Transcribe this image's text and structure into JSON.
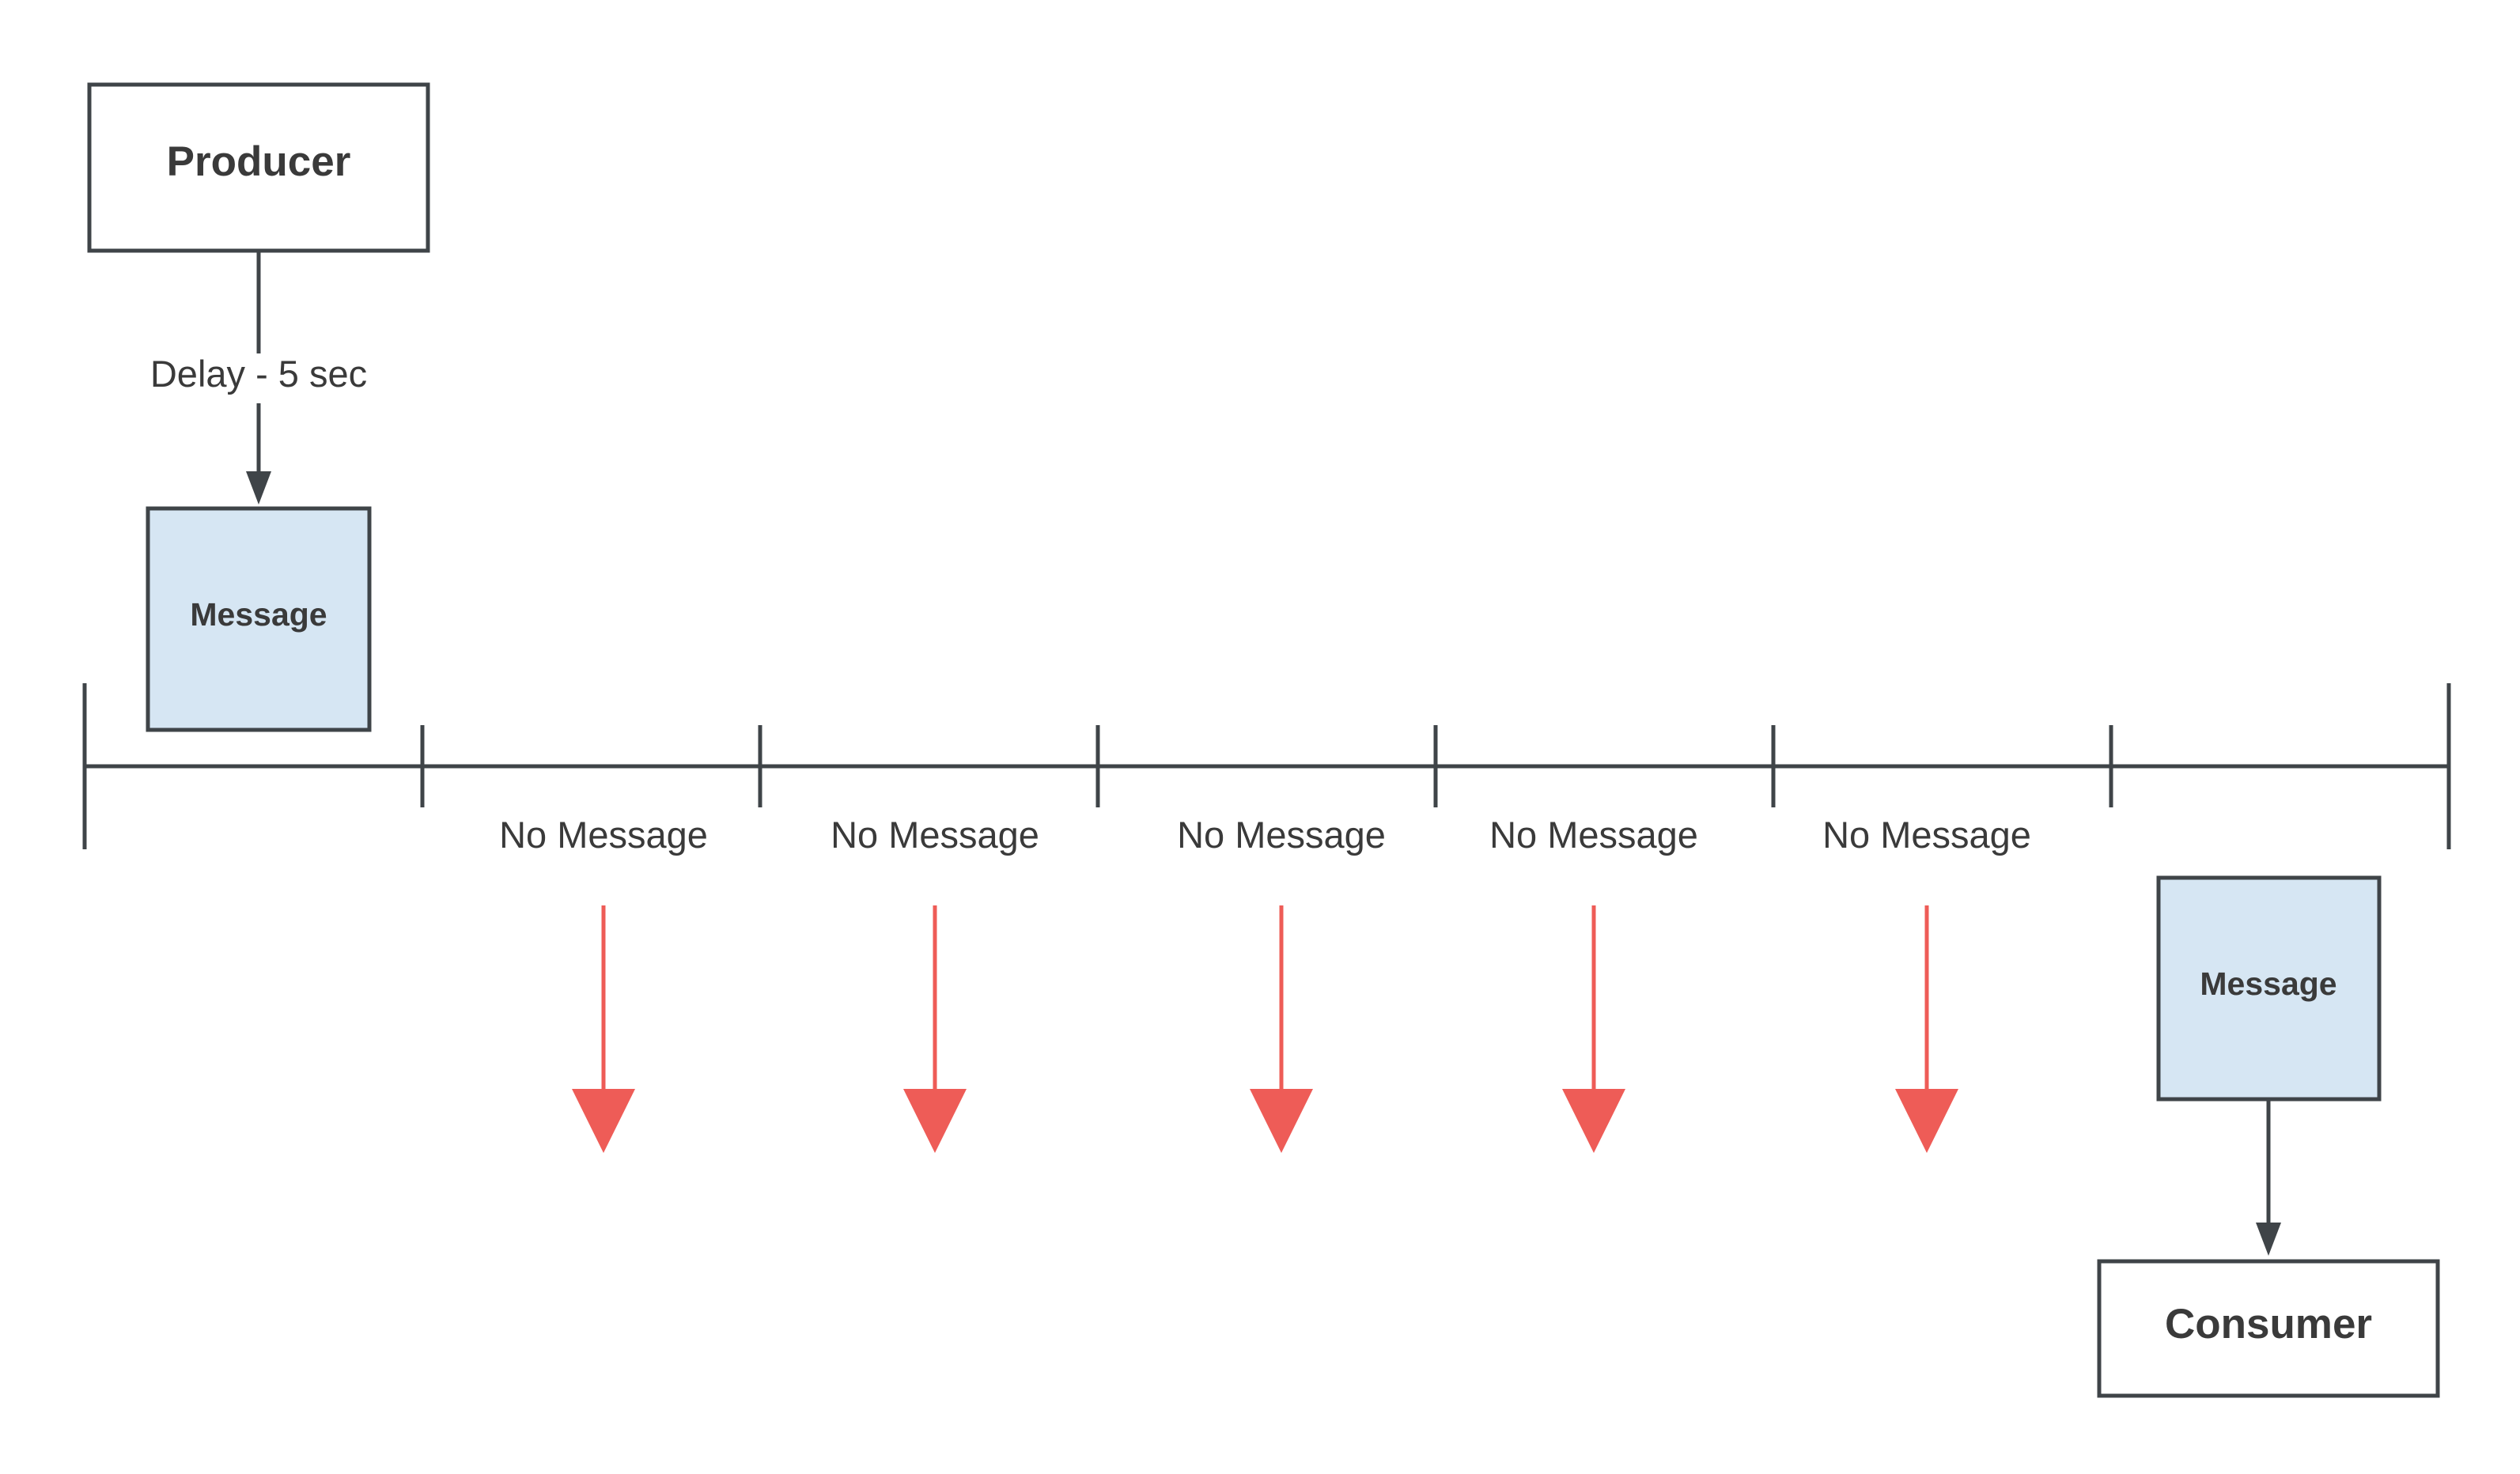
{
  "producer": {
    "label": "Producer"
  },
  "delay": {
    "label": "Delay - 5 sec"
  },
  "message_top": {
    "label": "Message"
  },
  "no_message_labels": [
    "No Message",
    "No Message",
    "No Message",
    "No Message",
    "No Message"
  ],
  "message_bottom": {
    "label": "Message"
  },
  "consumer": {
    "label": "Consumer"
  },
  "colors": {
    "stroke": "#3f4448",
    "message_fill": "#d6e6f3",
    "no_message_arrow": "#ee5c57",
    "text": "#3a3a3a"
  }
}
